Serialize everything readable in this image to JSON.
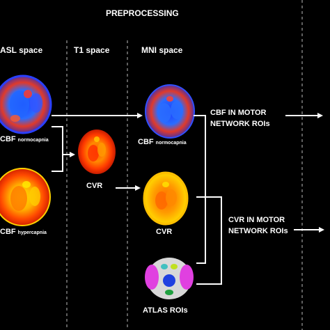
{
  "title": "PREPROCESSING",
  "columns": {
    "asl": "ASL space",
    "t1": "T1 space",
    "mni": "MNI space"
  },
  "labels": {
    "asl_norm_main": "CBF",
    "asl_norm_sub": "normocapnia",
    "asl_hyper_main": "CBF",
    "asl_hyper_sub": "hypercapnia",
    "t1_cvr": "CVR",
    "mni_cbf_main": "CBF",
    "mni_cbf_sub": "normocapnia",
    "mni_cvr": "CVR",
    "atlas": "ATLAS ROIs",
    "out_cbf_line1": "CBF IN MOTOR",
    "out_cbf_line2": "NETWORK ROIs",
    "out_cvr_line1": "CVR IN MOTOR",
    "out_cvr_line2": "NETWORK ROIs"
  },
  "colors": {
    "background": "#000000",
    "text": "#ffffff",
    "dashed_divider": "#bbbbbb"
  }
}
